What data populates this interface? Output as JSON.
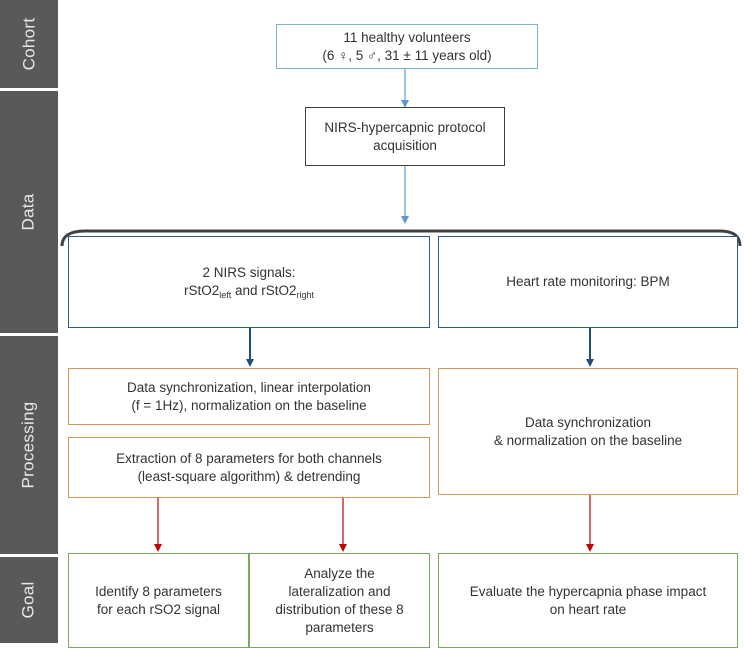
{
  "bands": {
    "cohort": "Cohort",
    "data": "Data",
    "processing": "Processing",
    "goal": "Goal"
  },
  "cohort_box": {
    "line1": "11 healthy volunteers",
    "line2_a": "(6 ",
    "female_symbol": "♀",
    "line2_b": ", 5 ",
    "male_symbol": "♂",
    "line2_c": ", 31 ± 11 years old)"
  },
  "protocol_box": {
    "line1": "NIRS-hypercapnic protocol",
    "line2": "acquisition"
  },
  "nirs_box": {
    "line1": "2 NIRS signals:",
    "rsto2_left_base": "rStO2",
    "rsto2_left_sub": "left",
    "and_text": " and ",
    "rsto2_right_base": "rStO2",
    "rsto2_right_sub": "right"
  },
  "heart_box": {
    "label": "Heart rate monitoring: BPM"
  },
  "sync_box": {
    "line1": "Data synchronization, linear interpolation",
    "line2": "(f = 1Hz), normalization on the baseline"
  },
  "extract_box": {
    "line1": "Extraction of 8 parameters for both channels",
    "line2": "(least-square algorithm) & detrending"
  },
  "hr_sync_box": {
    "line1": "Data synchronization",
    "line2": "& normalization on the baseline"
  },
  "goal_identify": {
    "line1": "Identify 8 parameters",
    "line2": "for each rSO2 signal"
  },
  "goal_analyze": {
    "line1": "Analyze the",
    "line2": "lateralization and",
    "line3": "distribution of these 8",
    "line4": "parameters"
  },
  "goal_evaluate": {
    "line1": "Evaluate the hypercapnia phase impact",
    "line2": "on heart rate"
  },
  "colors": {
    "band": "#595959",
    "blue_arrow": "#5b9bd5",
    "dark_blue_arrow": "#1f4e79",
    "red_arrow": "#c00000",
    "orange_border": "#d3995a",
    "green_border": "#79a95b",
    "teal_border": "#79b6c9",
    "brace": "#404040"
  }
}
